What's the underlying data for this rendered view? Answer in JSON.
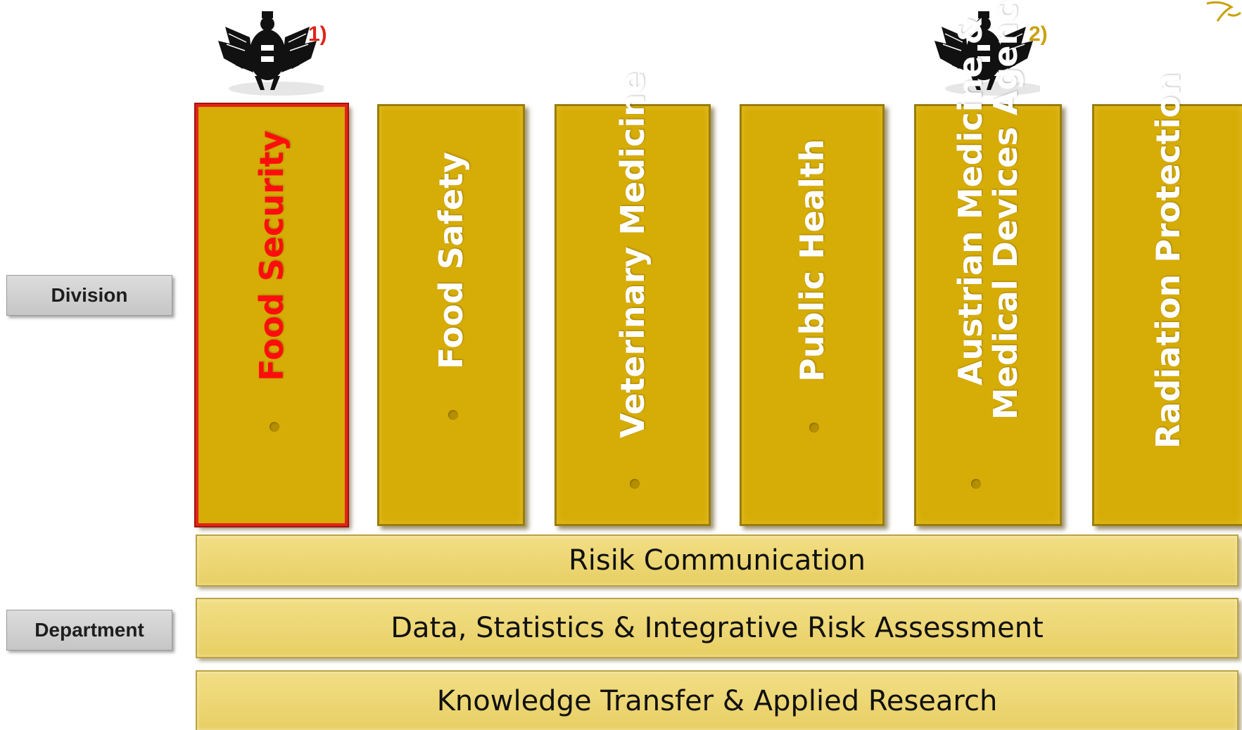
{
  "labels": {
    "division": "Division",
    "department": "Department"
  },
  "divisions": [
    {
      "text": "Food Security",
      "line2": "",
      "selected": true
    },
    {
      "text": "Food Safety",
      "line2": ""
    },
    {
      "text": "Veterinary Medicine",
      "line2": ""
    },
    {
      "text": "Public Health",
      "line2": ""
    },
    {
      "text": "Austrian Medicine &",
      "line2": "Medical Devices Agency"
    },
    {
      "text": "Radiation Protection",
      "line2": ""
    }
  ],
  "departments": [
    "Risik Communication",
    "Data, Statistics & Integrative Risk Assessment",
    "Knowledge Transfer & Applied Research"
  ],
  "footnotes": {
    "one": "1)",
    "two": "2)"
  },
  "colors": {
    "division_fill": "#d6ac06",
    "department_fill": "#eed575",
    "selected_border": "#e2231a",
    "footnote_one": "#e2231a",
    "footnote_two": "#c9a10c"
  },
  "icons": {
    "coat_of_arms": "austrian-eagle-icon"
  }
}
